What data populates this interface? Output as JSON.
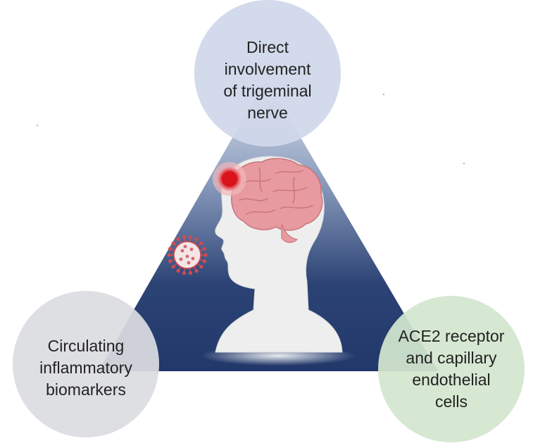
{
  "nodes": {
    "top": {
      "lines": [
        "Direct",
        "involvement",
        "of trigeminal",
        "nerve"
      ],
      "fill": "#d0d8ea"
    },
    "left": {
      "lines": [
        "Circulating",
        "inflammatory",
        "biomarkers"
      ],
      "fill": "#dcdde1"
    },
    "right": {
      "lines": [
        "ACE2 receptor",
        "and capillary",
        "endothelial",
        "cells"
      ],
      "fill": "#d3e6cf"
    }
  },
  "colors": {
    "triangle_top": "#dfe4ee",
    "triangle_bottom": "#22386a",
    "brain": "#e79a9f",
    "head": "#eeeeee",
    "pain_spot": "#d9141b",
    "virus": "#d24a50"
  },
  "icons": [
    "head-silhouette-icon",
    "brain-icon",
    "pain-spot-icon",
    "virus-icon"
  ]
}
